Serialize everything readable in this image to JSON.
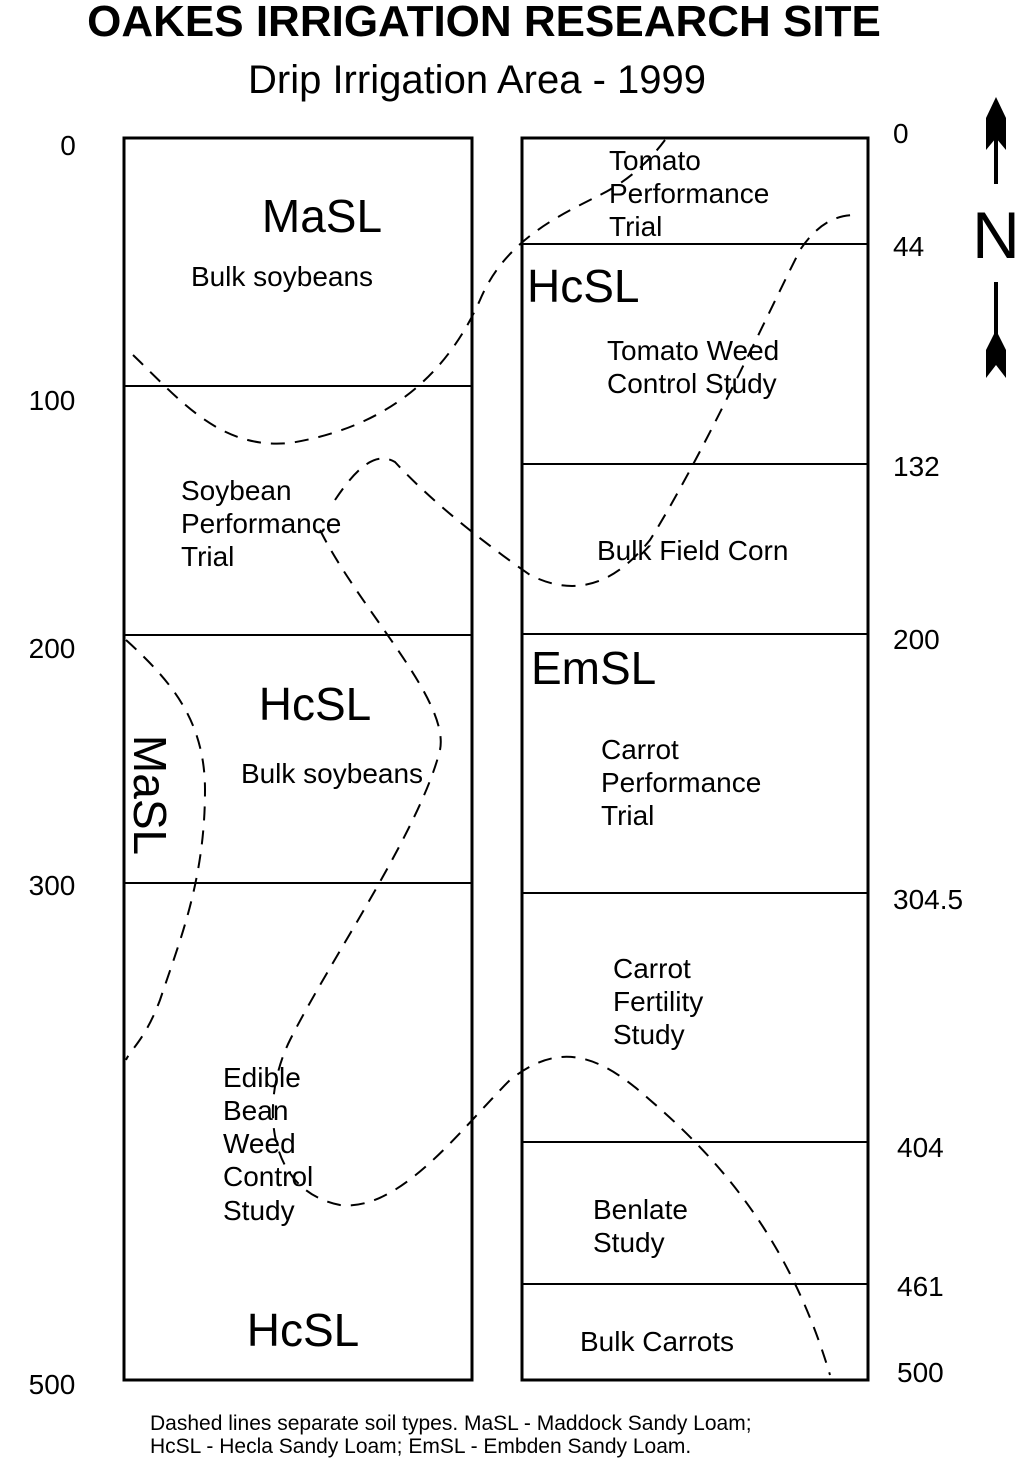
{
  "title": "OAKES IRRIGATION RESEARCH SITE",
  "subtitle": "Drip Irrigation Area - 1999",
  "north_label": "N",
  "left_scale": [
    "0",
    "100",
    "200",
    "300",
    "500"
  ],
  "right_scale": [
    "0",
    "44",
    "132",
    "200",
    "304.5",
    "404",
    "461",
    "500"
  ],
  "left_column": {
    "soil_labels": [
      "MaSL",
      "HcSL",
      "MaSL",
      "HcSL"
    ],
    "plots": {
      "bulk_soybeans_1": "Bulk soybeans",
      "soybean_trial": [
        "Soybean",
        "Performance",
        "Trial"
      ],
      "bulk_soybeans_2": "Bulk soybeans",
      "edible_bean": [
        "Edible",
        "Bean",
        "Weed",
        "Control",
        "Study"
      ]
    }
  },
  "right_column": {
    "soil_labels": [
      "HcSL",
      "EmSL"
    ],
    "plots": {
      "tomato_trial": [
        "Tomato",
        "Performance",
        "Trial"
      ],
      "tomato_weed": [
        "Tomato Weed",
        "Control Study"
      ],
      "bulk_corn": "Bulk Field Corn",
      "carrot_trial": [
        "Carrot",
        "Performance",
        "Trial"
      ],
      "carrot_fertility": [
        "Carrot",
        "Fertility",
        "Study"
      ],
      "benlate": [
        "Benlate",
        "Study"
      ],
      "bulk_carrots": "Bulk Carrots"
    }
  },
  "footnote": [
    "Dashed lines separate soil types.  MaSL - Maddock Sandy Loam;",
    "HcSL - Hecla Sandy Loam; EmSL - Embden Sandy Loam."
  ]
}
